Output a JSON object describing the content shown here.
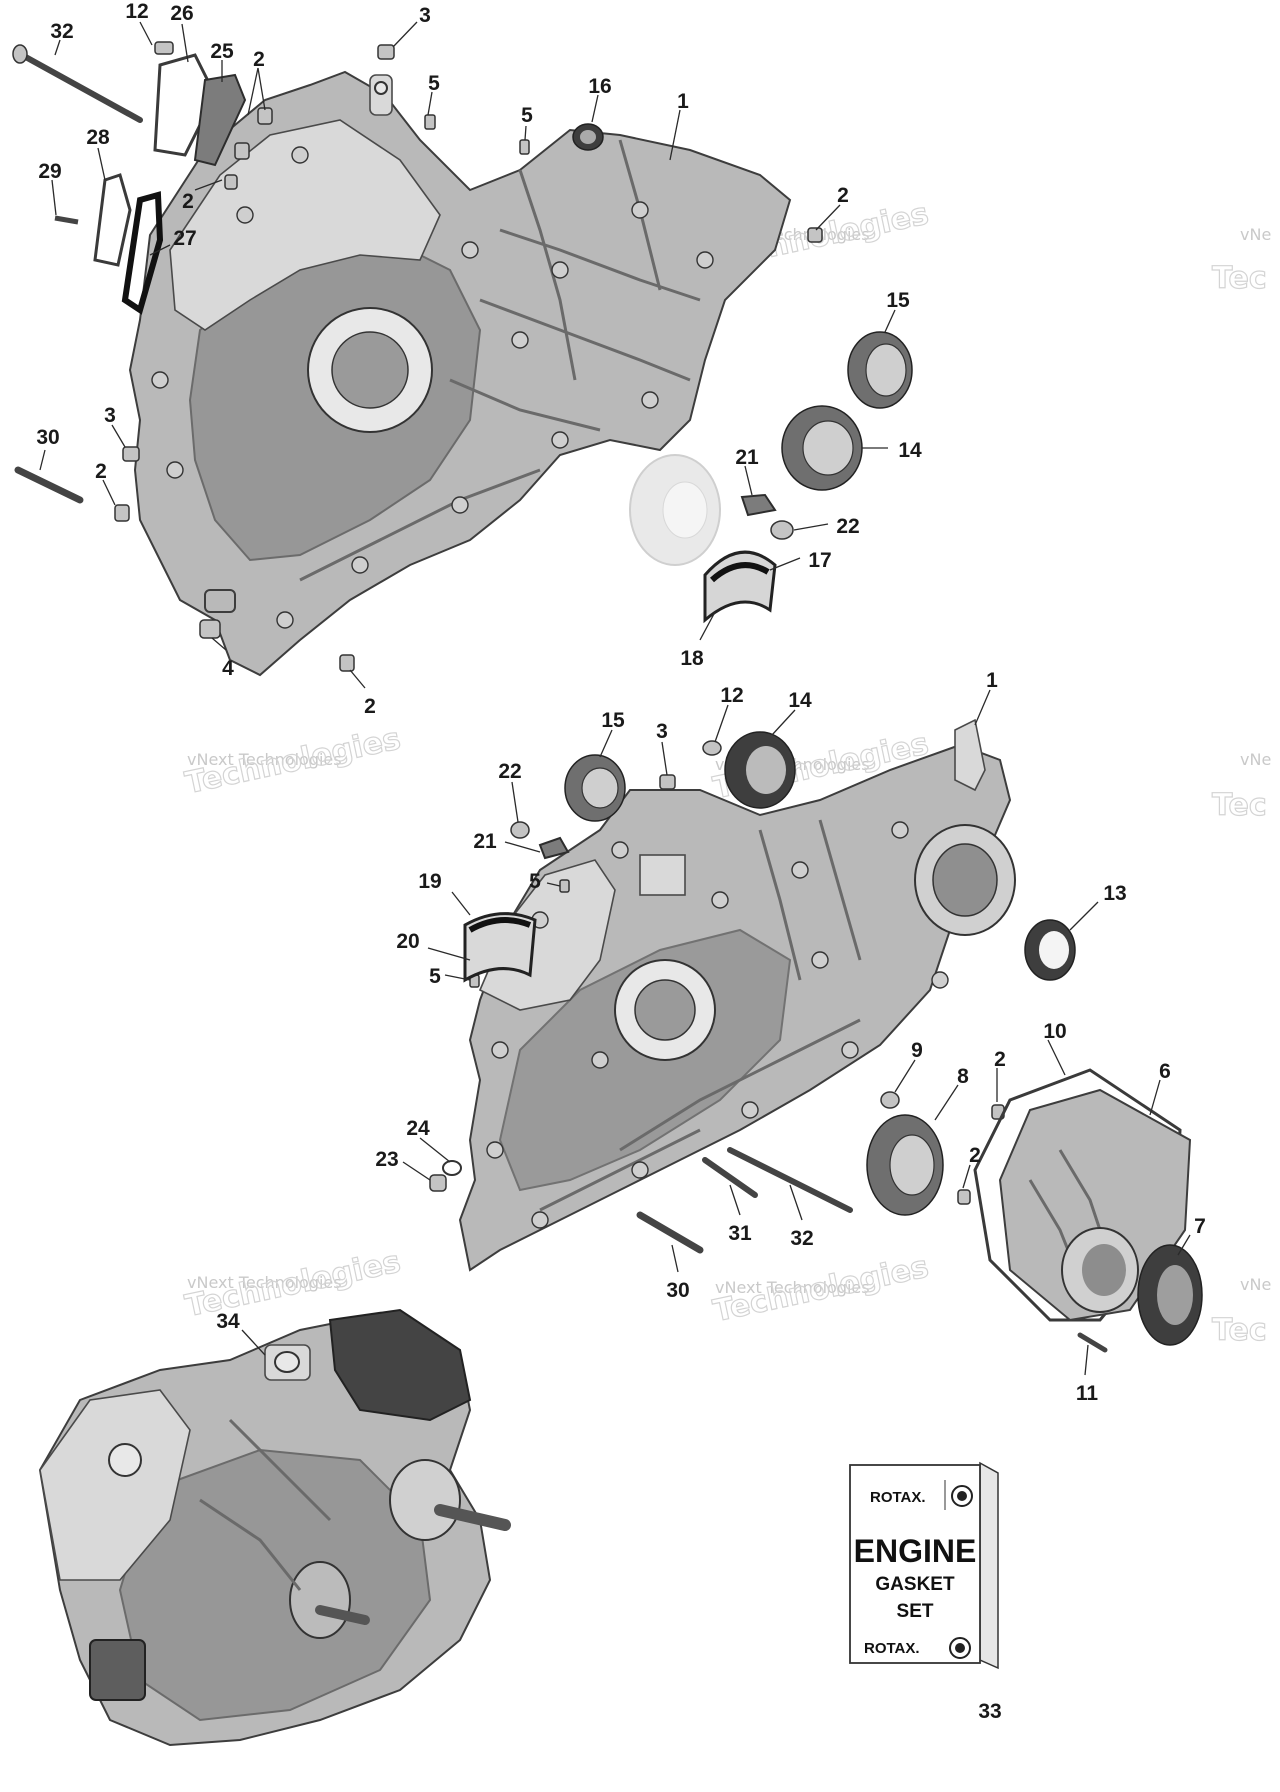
{
  "callouts": {
    "c01": "32",
    "c02": "12",
    "c03": "26",
    "c04": "25",
    "c05": "2",
    "c06": "3",
    "c07": "5",
    "c08": "5",
    "c09": "16",
    "c10": "1",
    "c11": "28",
    "c12": "29",
    "c13": "2",
    "c14": "27",
    "c15": "2",
    "c16": "15",
    "c17": "30",
    "c18": "3",
    "c19": "2",
    "c20": "21",
    "c21": "14",
    "c22": "22",
    "c23": "17",
    "c24": "4",
    "c25": "18",
    "c26": "2",
    "c27": "1",
    "c28": "12",
    "c29": "14",
    "c30": "15",
    "c31": "3",
    "c32": "22",
    "c33": "21",
    "c34": "5",
    "c35": "19",
    "c36": "13",
    "c37": "20",
    "c38": "5",
    "c39": "10",
    "c40": "9",
    "c41": "8",
    "c42": "2",
    "c43": "6",
    "c44": "24",
    "c45": "23",
    "c46": "2",
    "c47": "31",
    "c48": "32",
    "c49": "7",
    "c50": "30",
    "c51": "11",
    "c52": "34",
    "c53": "33"
  },
  "watermark": {
    "line1": "vNext Technologies",
    "line2": "Technologies",
    "edge1": "vNe",
    "edge2": "Tec"
  },
  "gasket_card": {
    "brand_top": "ROTAX.",
    "word1": "ENGINE",
    "word2": "GASKET",
    "word3": "SET",
    "brand_bottom": "ROTAX."
  },
  "icons": {
    "brp-logo": "brp-logo-icon"
  },
  "colors": {
    "ink": "#1a1a1a",
    "metal": "#b9b9b9",
    "watermark": "#c9c9c9"
  }
}
